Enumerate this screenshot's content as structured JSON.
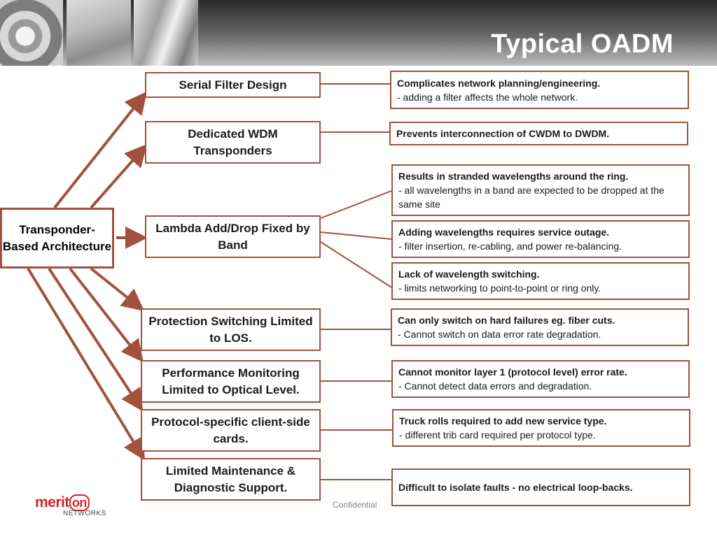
{
  "slide": {
    "title": "Typical OADM",
    "footer": "Confidential"
  },
  "logo": {
    "main": "merit",
    "accent": "on",
    "sub": "NETWORKS"
  },
  "root": {
    "label": "Transponder-Based Architecture"
  },
  "issues": [
    {
      "label": "Serial Filter Design",
      "notes": [
        {
          "bold": "Complicates  network planning/engineering.",
          "detail": "- adding a filter affects the whole network."
        }
      ]
    },
    {
      "label": "Dedicated WDM Transponders",
      "notes": [
        {
          "bold": "Prevents interconnection of CWDM to DWDM.",
          "detail": ""
        }
      ]
    },
    {
      "label": "Lambda Add/Drop Fixed by Band",
      "notes": [
        {
          "bold": "Results in stranded wavelengths around the ring.",
          "detail": "- all wavelengths in a band are expected to be dropped at the same site"
        },
        {
          "bold": "Adding wavelengths requires service outage.",
          "detail": "- filter insertion, re-cabling, and power re-balancing."
        },
        {
          "bold": "Lack of wavelength switching.",
          "detail": "- limits networking to point-to-point or ring only."
        }
      ]
    },
    {
      "label": "Protection Switching Limited to LOS.",
      "notes": [
        {
          "bold": "Can only switch on hard failures eg.  fiber cuts.",
          "detail": "- Cannot switch on data error rate degradation."
        }
      ]
    },
    {
      "label": "Performance Monitoring Limited to Optical Level.",
      "notes": [
        {
          "bold": "Cannot monitor layer 1 (protocol level) error rate.",
          "detail": "- Cannot detect data errors and degradation."
        }
      ]
    },
    {
      "label": "Protocol-specific client-side cards.",
      "notes": [
        {
          "bold": "Truck rolls required to add new service type.",
          "detail": "- different trib card required per protocol type."
        }
      ]
    },
    {
      "label": "Limited Maintenance & Diagnostic Support.",
      "notes": [
        {
          "bold": "Difficult to isolate faults - no electrical loop-backs.",
          "detail": ""
        }
      ]
    }
  ],
  "colors": {
    "accent": "#a0523d",
    "title": "#ffffff"
  }
}
